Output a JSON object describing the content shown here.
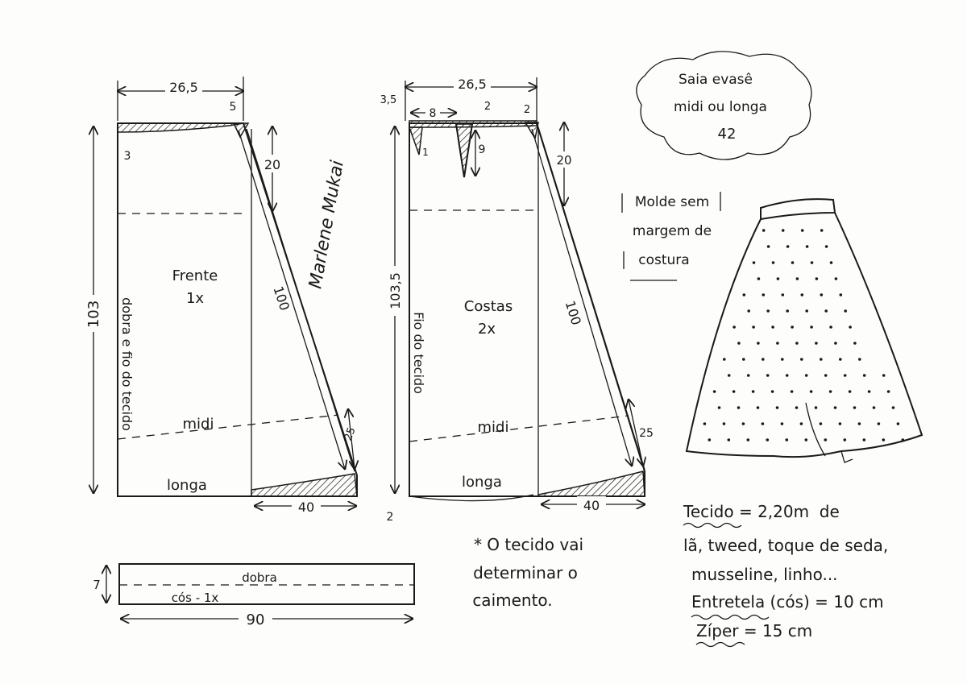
{
  "title_cloud": {
    "line1": "Saia evasê",
    "line2": "midi ou longa",
    "line3": "42"
  },
  "front": {
    "top_width": "26,5",
    "waist_drop": "3",
    "side_ext": "5",
    "hip_depth": "20",
    "length": "103",
    "diagonal": "100",
    "name": "Frente",
    "count": "1x",
    "fold_label": "dobra e fio do tecido",
    "midi": "midi",
    "longa": "longa",
    "hem_rise": "25",
    "hem_ext": "40"
  },
  "back": {
    "top_width": "26,5",
    "top_offset": "3,5",
    "dart_pos": "8",
    "dart_width": "2",
    "side_small": "2",
    "dart_depth": "9",
    "side_drop": "1",
    "hip_depth": "20",
    "length": "103,5",
    "grain_label": "Fio do tecido",
    "name": "Costas",
    "count": "2x",
    "diagonal": "100",
    "midi": "midi",
    "longa": "longa",
    "hem_rise": "25",
    "hem_ext": "40",
    "bottom_drop": "2"
  },
  "waistband": {
    "height": "7",
    "fold": "dobra",
    "name": "cós - 1x",
    "length": "90"
  },
  "signature": "Marlene Mukai",
  "note_box": {
    "line1": "Molde sem",
    "line2": "margem de",
    "line3": "costura"
  },
  "fabric_note": {
    "line1": "* O tecido vai",
    "line2": "determinar o",
    "line3": "caimento."
  },
  "materials": {
    "line1": "Tecido = 2,20m  de",
    "line2": "lã, tweed, toque de seda,",
    "line3": "musseline, linho...",
    "line4": "Entretela (cós) = 10 cm",
    "line5": "Zíper = 15 cm"
  }
}
